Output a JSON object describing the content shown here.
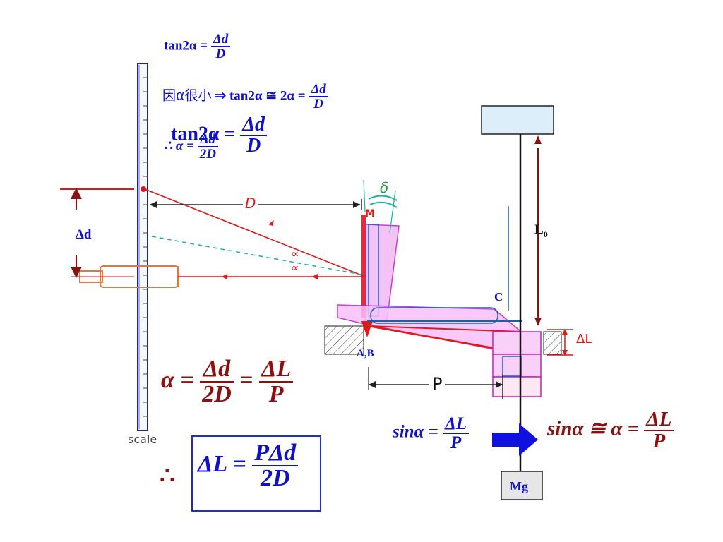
{
  "equations": {
    "eq1": {
      "lhs": "tan2α =",
      "num": "Δd",
      "den": "D"
    },
    "eq2": {
      "prefix": "因α很小",
      "arrow": "⇒",
      "mid": "tan2α ≅ 2α =",
      "num": "Δd",
      "den": "D"
    },
    "eq3": {
      "lhs": "tan2α =",
      "num": "Δd",
      "den": "D"
    },
    "eq4": {
      "lhs": "∴ α =",
      "num": "Δd",
      "den": "2D"
    },
    "eq5": {
      "lhs": "α =",
      "num1": "Δd",
      "den1": "2D",
      "eq": "=",
      "num2": "ΔL",
      "den2": "P"
    },
    "eq6": {
      "therefore": "∴",
      "lhs": "ΔL =",
      "num": "PΔd",
      "den": "2D"
    },
    "eq7": {
      "lhs": "sinα =",
      "num": "ΔL",
      "den": "P"
    },
    "eq8": {
      "lhs": "sinα ≅ α =",
      "num": "ΔL",
      "den": "P"
    }
  },
  "labels": {
    "delta_d": "Δd",
    "L0": "L",
    "L0_sub": "0",
    "C": "C",
    "AB": "A,B",
    "Mg": "Mg",
    "D_hand": "D",
    "P_hand": "P",
    "M_hand": "M",
    "dL_hand": "ΔL",
    "scale_hand": "scale",
    "delta_hand": "δ",
    "alpha_hand_1": "∝",
    "alpha_hand_2": "∝"
  },
  "colors": {
    "blue": "#1010c8",
    "dark_red": "#8b1010",
    "red": "#e01818",
    "magenta": "#e040e0",
    "orange": "#e07a3a",
    "teal": "#20b0a0",
    "box_fill": "#dceefa"
  },
  "icons": {
    "right_arrow": "block-arrow-right-icon"
  }
}
